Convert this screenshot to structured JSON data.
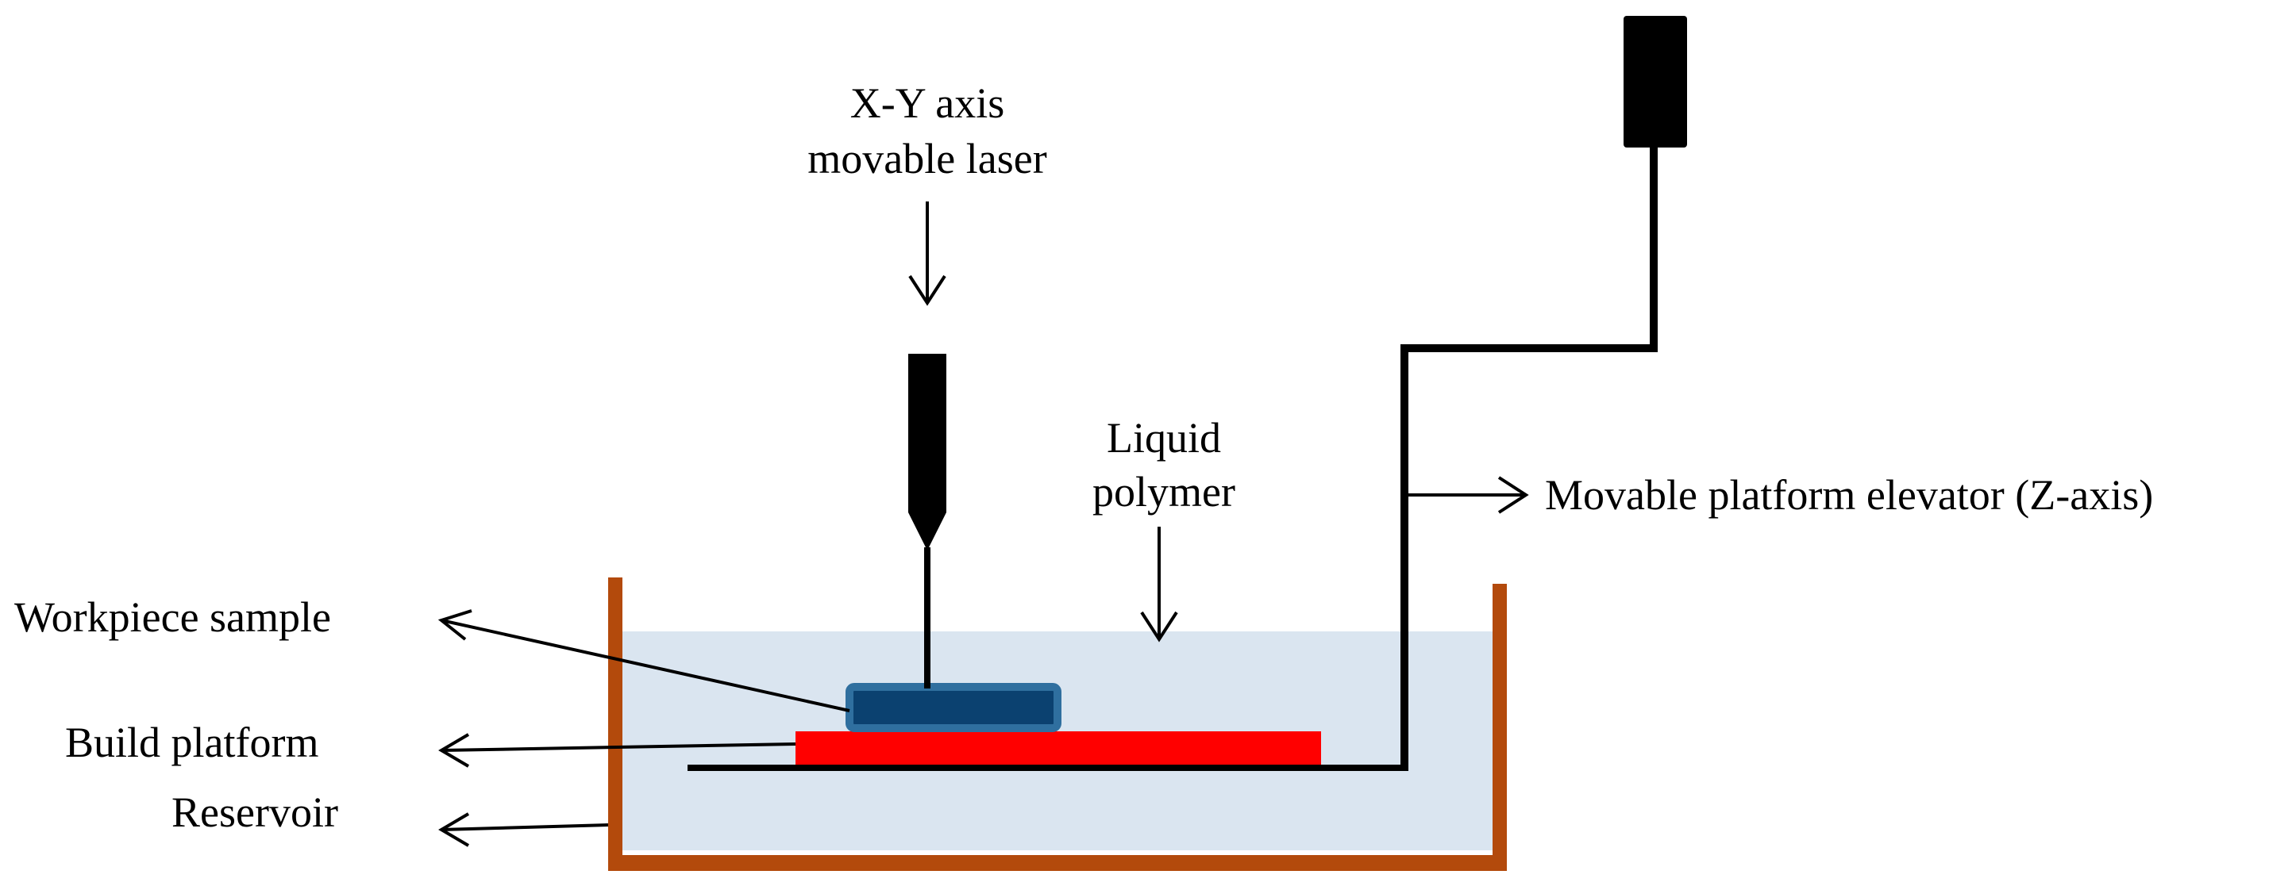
{
  "labels": {
    "laser_line1": "X-Y axis",
    "laser_line2": "movable laser",
    "polymer_line1": "Liquid",
    "polymer_line2": "polymer",
    "elevator": "Movable platform elevator (Z-axis)",
    "workpiece": "Workpiece sample",
    "build_platform": "Build platform",
    "reservoir": "Reservoir"
  },
  "colors": {
    "reservoir": "#b34a0c",
    "liquid": "#dae5f0",
    "build_platform": "#ff0000",
    "workpiece_border": "#2f6f9f",
    "workpiece_fill": "#0b4170",
    "ink": "#000000"
  }
}
